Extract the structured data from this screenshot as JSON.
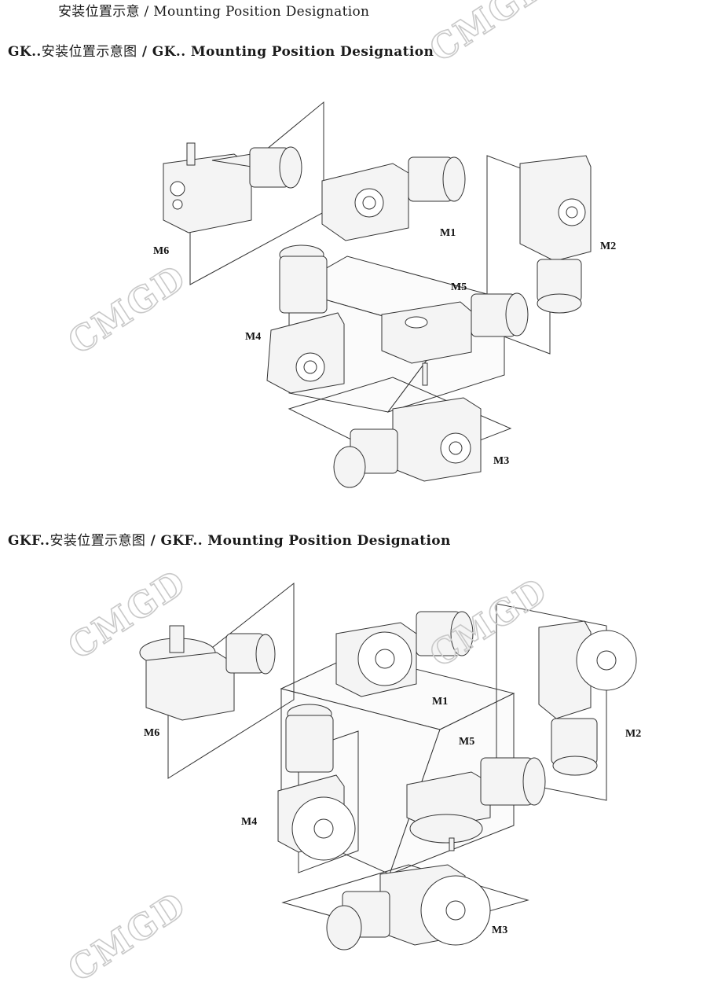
{
  "header": {
    "cn": "安装位置示意",
    "sep": " / ",
    "en": "Mounting Position Designation"
  },
  "sections": [
    {
      "id": "gk",
      "cn_prefix": "GK..",
      "cn": "安装位置示意图",
      "en": " / GK.. Mounting Position Designation",
      "labels": {
        "m1": "M1",
        "m2": "M2",
        "m3": "M3",
        "m4": "M4",
        "m5": "M5",
        "m6": "M6"
      }
    },
    {
      "id": "gkf",
      "cn_prefix": "GKF..",
      "cn": "安装位置示意图",
      "en": " / GKF.. Mounting Position Designation",
      "labels": {
        "m1": "M1",
        "m2": "M2",
        "m3": "M3",
        "m4": "M4",
        "m5": "M5",
        "m6": "M6"
      }
    }
  ],
  "watermark": "CMGD",
  "colors": {
    "line": "#333333",
    "fill": "#f4f4f4",
    "watermark": "#c9c9c9"
  }
}
